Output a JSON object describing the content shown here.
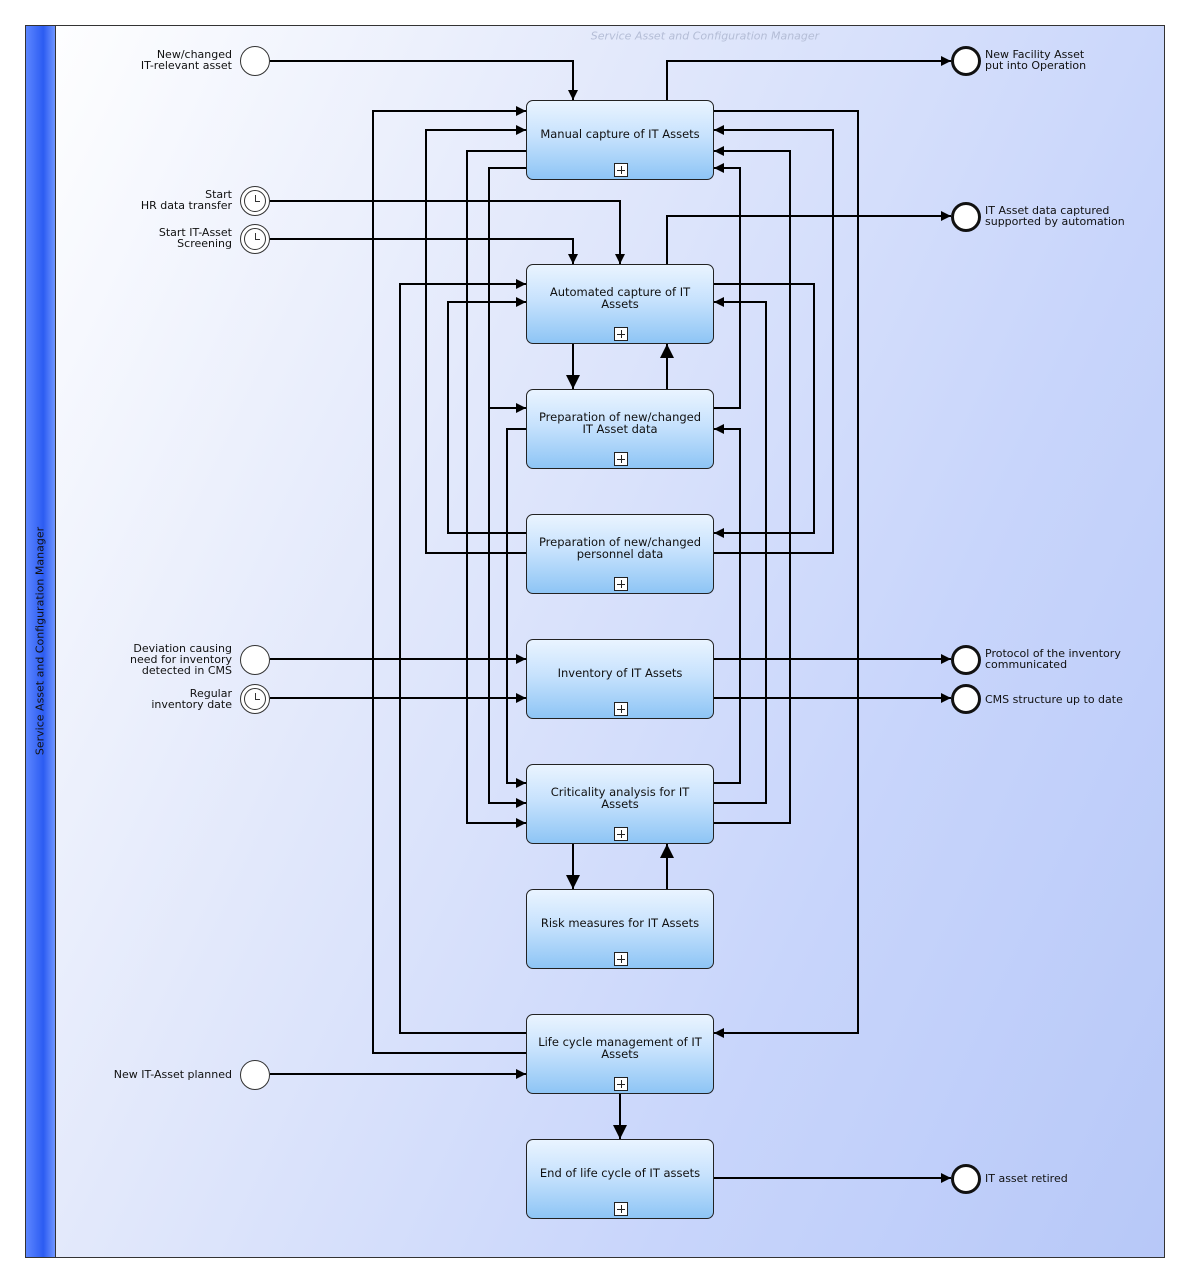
{
  "lane": {
    "label": "Service Asset and Configuration Manager",
    "watermark": "Service Asset and Configuration Manager"
  },
  "tasks": {
    "manual_capture": "Manual capture of IT Assets",
    "automated_capture": "Automated capture of IT Assets",
    "prep_asset": "Preparation of new/changed IT Asset data",
    "prep_personnel": "Preparation of new/changed personnel data",
    "inventory": "Inventory of IT Assets",
    "criticality": "Criticality analysis for IT Assets",
    "risk": "Risk measures for IT Assets",
    "lifecycle": "Life cycle management of IT Assets",
    "end_of_life": "End of life cycle of IT assets"
  },
  "start_events": {
    "new_changed_asset": [
      "New/changed",
      "IT-relevant asset"
    ],
    "hr_transfer": [
      "Start",
      "HR data transfer"
    ],
    "screening": [
      "Start IT-Asset",
      "Screening"
    ],
    "deviation": [
      "Deviation causing",
      "need for inventory",
      "detected in CMS"
    ],
    "regular_inventory": [
      "Regular",
      "inventory date"
    ],
    "new_planned": [
      "New IT-Asset planned"
    ]
  },
  "end_events": {
    "facility_operation": [
      "New Facility Asset",
      "put into Operation"
    ],
    "data_captured": [
      "IT Asset data captured",
      "supported by automation"
    ],
    "protocol": [
      "Protocol of the inventory",
      "communicated"
    ],
    "cms_up_to_date": [
      "CMS structure up to date"
    ],
    "retired": [
      "IT asset retired"
    ]
  },
  "colors": {
    "lane_strip": "#2c5cf2",
    "task_top": "#eaf4ff",
    "task_bottom": "#8ec5f5",
    "flow": "#000000"
  }
}
